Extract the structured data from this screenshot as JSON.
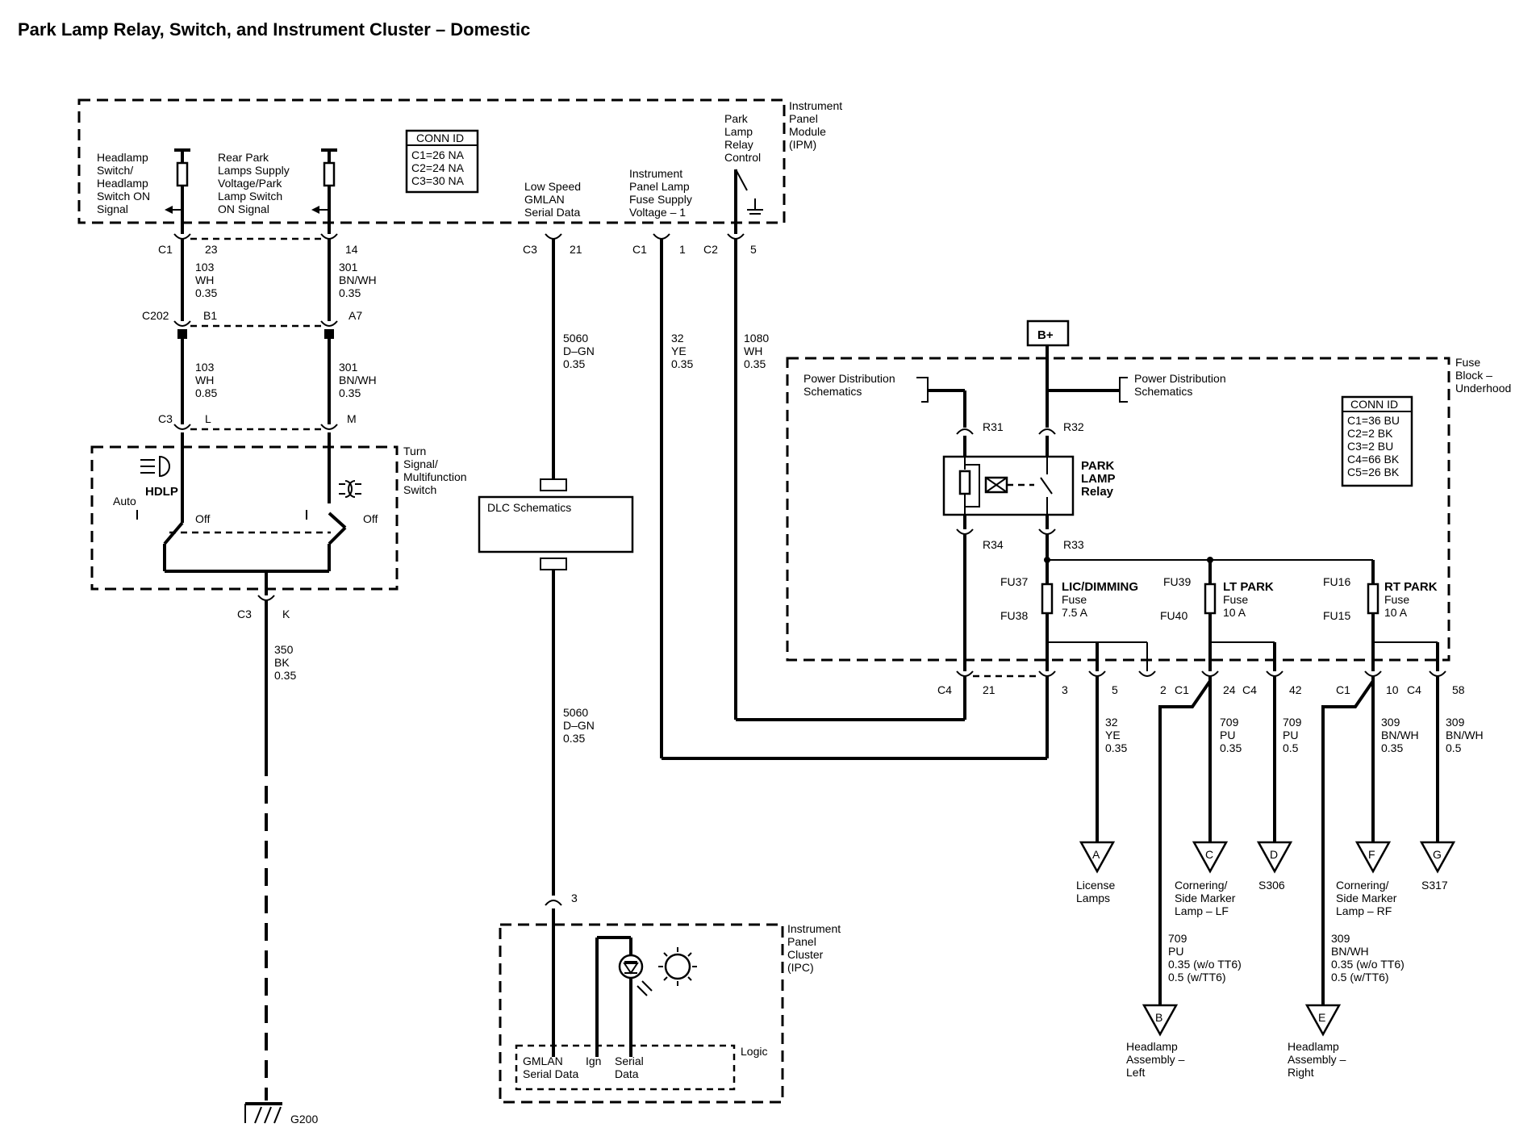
{
  "title": "Park Lamp Relay, Switch, and Instrument Cluster – Domestic",
  "ipm": {
    "label": [
      "Instrument",
      "Panel",
      "Module",
      "(IPM)"
    ],
    "conn_id": {
      "header": "CONN ID",
      "rows": [
        "C1=26 NA",
        "C2=24 NA",
        "C3=30 NA"
      ]
    },
    "headlamp_sig": [
      "Headlamp",
      "Switch/",
      "Headlamp",
      "Switch ON",
      "Signal"
    ],
    "rear_park_sig": [
      "Rear Park",
      "Lamps Supply",
      "Voltage/Park",
      "Lamp Switch",
      "ON Signal"
    ],
    "gmlan": [
      "Low Speed",
      "GMLAN",
      "Serial Data"
    ],
    "ip_lamp": [
      "Instrument",
      "Panel Lamp",
      "Fuse Supply",
      "Voltage – 1"
    ],
    "relay_ctrl": [
      "Park",
      "Lamp",
      "Relay",
      "Control"
    ]
  },
  "pins": {
    "c1_23": [
      "C1",
      "23"
    ],
    "p14": "14",
    "c3_21": [
      "C3",
      "21"
    ],
    "c1_1": [
      "C1",
      "1"
    ],
    "c2_5": [
      "C2",
      "5"
    ],
    "c202": [
      "C202",
      "B1",
      "A7"
    ],
    "c3_l": [
      "C3",
      "L",
      "M"
    ],
    "c3_k": [
      "C3",
      "K"
    ],
    "r31": "R31",
    "r32": "R32",
    "r34": "R34",
    "r33": "R33",
    "c4_21": [
      "C4",
      "21"
    ],
    "p3": "3",
    "p5": "5",
    "c1_2": [
      "2",
      "C1"
    ],
    "c4_24": [
      "24",
      "C4"
    ],
    "p42": "42",
    "c1_10": [
      "C1",
      "10",
      "C4"
    ],
    "p58": "58",
    "ipc3": "3"
  },
  "wires": {
    "w103a": [
      "103",
      "WH",
      "0.35"
    ],
    "w301a": [
      "301",
      "BN/WH",
      "0.35"
    ],
    "w103b": [
      "103",
      "WH",
      "0.85"
    ],
    "w301b": [
      "301",
      "BN/WH",
      "0.35"
    ],
    "w5060a": [
      "5060",
      "D–GN",
      "0.35"
    ],
    "w32a": [
      "32",
      "YE",
      "0.35"
    ],
    "w1080": [
      "1080",
      "WH",
      "0.35"
    ],
    "w350": [
      "350",
      "BK",
      "0.35"
    ],
    "w5060b": [
      "5060",
      "D–GN",
      "0.35"
    ],
    "w32b": [
      "32",
      "YE",
      "0.35"
    ],
    "w709a": [
      "709",
      "PU",
      "0.35"
    ],
    "w709b": [
      "709",
      "PU",
      "0.5"
    ],
    "w309a": [
      "309",
      "BN/WH",
      "0.35"
    ],
    "w309b": [
      "309",
      "BN/WH",
      "0.5"
    ],
    "w709c": [
      "709",
      "PU",
      "0.35 (w/o TT6)",
      "0.5 (w/TT6)"
    ],
    "w309c": [
      "309",
      "BN/WH",
      "0.35 (w/o TT6)",
      "0.5 (w/TT6)"
    ]
  },
  "switch": {
    "label": [
      "Turn",
      "Signal/",
      "Multifunction",
      "Switch"
    ],
    "hdlp": "HDLP",
    "auto": "Auto",
    "off1": "Off",
    "off2": "Off"
  },
  "dlc": "DLC Schematics",
  "b_plus": "B+",
  "fuse_block": {
    "label": [
      "Fuse",
      "Block –",
      "Underhood"
    ],
    "conn_id": {
      "header": "CONN ID",
      "rows": [
        "C1=36 BU",
        "C2=2 BK",
        "C3=2 BU",
        "C4=66 BK",
        "C5=26 BK"
      ]
    },
    "pds1": [
      "Power Distribution",
      "Schematics"
    ],
    "pds2": [
      "Power Distribution",
      "Schematics"
    ],
    "relay": [
      "PARK",
      "LAMP",
      "Relay"
    ],
    "fu37": "FU37",
    "fu38": "FU38",
    "fuse1": [
      "LIC/DIMMING",
      "Fuse",
      "7.5 A"
    ],
    "fu39": "FU39",
    "fu40": "FU40",
    "fuse2": [
      "LT PARK",
      "Fuse",
      "10 A"
    ],
    "fu16": "FU16",
    "fu15": "FU15",
    "fuse3": [
      "RT PARK",
      "Fuse",
      "10 A"
    ]
  },
  "destinations": [
    {
      "letter": "A",
      "label": [
        "License",
        "Lamps"
      ]
    },
    {
      "letter": "C",
      "label": [
        "Cornering/",
        "Side Marker",
        "Lamp – LF"
      ]
    },
    {
      "letter": "D",
      "label": [
        "S306"
      ]
    },
    {
      "letter": "F",
      "label": [
        "Cornering/",
        "Side Marker",
        "Lamp – RF"
      ]
    },
    {
      "letter": "G",
      "label": [
        "S317"
      ]
    },
    {
      "letter": "B",
      "label": [
        "Headlamp",
        "Assembly –",
        "Left"
      ]
    },
    {
      "letter": "E",
      "label": [
        "Headlamp",
        "Assembly –",
        "Right"
      ]
    }
  ],
  "ipc": {
    "label": [
      "Instrument",
      "Panel",
      "Cluster",
      "(IPC)"
    ],
    "logic": "Logic",
    "gmlan": [
      "GMLAN",
      "Serial Data"
    ],
    "ign": "Ign",
    "serial": [
      "Serial",
      "Data"
    ]
  },
  "ground": "G200"
}
